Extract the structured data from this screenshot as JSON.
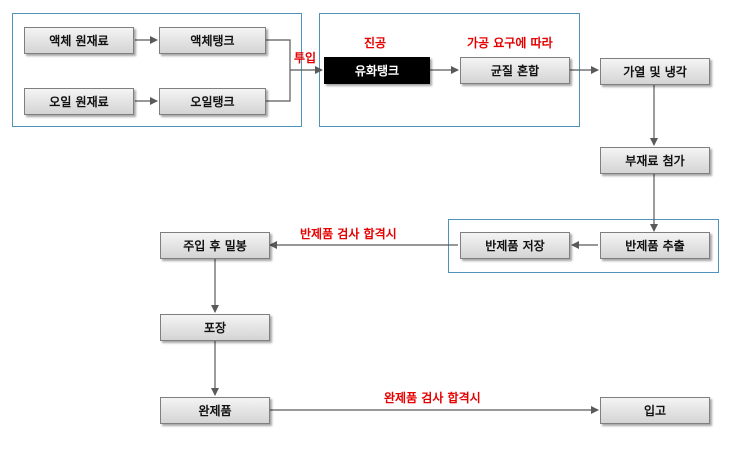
{
  "colors": {
    "edge": "#5a5a5a",
    "group_border": "#4f93b8",
    "label_red": "#e60000",
    "dark_node": "#000000"
  },
  "nodes": {
    "liquid_raw": "액체 원재료",
    "liquid_tank": "액체탱크",
    "oil_raw": "오일 원재료",
    "oil_tank": "오일탱크",
    "emulsion_tank": "유화탱크",
    "uniform_mix": "균질 혼합",
    "heat_cool": "가열 및 냉각",
    "add_sub": "부재료 첨가",
    "semi_extract": "반제품 추출",
    "semi_store": "반제품 저장",
    "fill_seal": "주입 후 밀봉",
    "packaging": "포장",
    "finished": "완제품",
    "warehousing": "입고"
  },
  "labels": {
    "input": "투입",
    "vacuum": "진공",
    "per_processing": "가공 요구에 따라",
    "semi_pass": "반제품 검사 합격시",
    "final_pass": "완제품 검사 합격시"
  }
}
